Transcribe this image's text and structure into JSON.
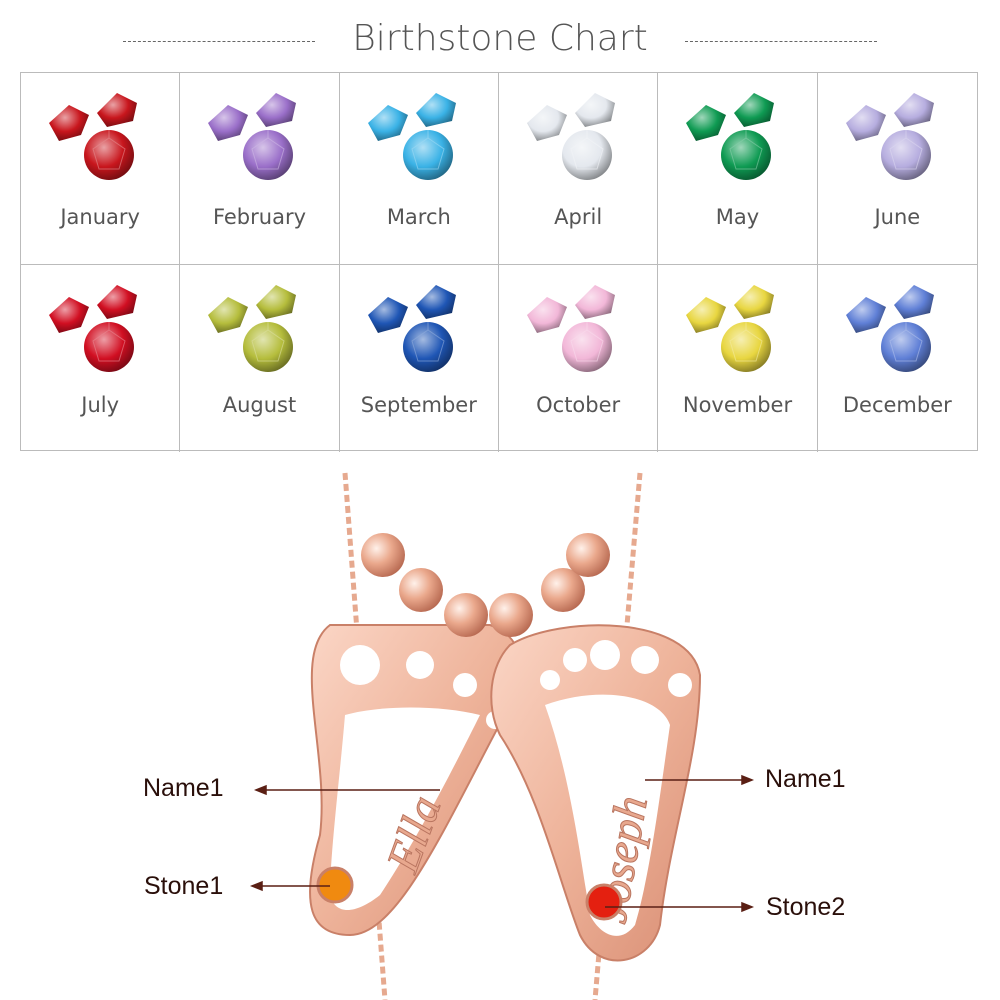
{
  "title": "Birthstone Chart",
  "months": [
    {
      "label": "January",
      "color": "#c8161d"
    },
    {
      "label": "February",
      "color": "#9a6fc9"
    },
    {
      "label": "March",
      "color": "#3ab2e6"
    },
    {
      "label": "April",
      "color": "#e4e8ee"
    },
    {
      "label": "May",
      "color": "#0f9b53"
    },
    {
      "label": "June",
      "color": "#b6addf"
    },
    {
      "label": "July",
      "color": "#d10f22"
    },
    {
      "label": "August",
      "color": "#b5bd3c"
    },
    {
      "label": "September",
      "color": "#1f56b5"
    },
    {
      "label": "October",
      "color": "#f2b7d8"
    },
    {
      "label": "November",
      "color": "#e8d640"
    },
    {
      "label": "December",
      "color": "#5f7fd6"
    }
  ],
  "necklace": {
    "engraving_left": "Ella",
    "engraving_right": "Joseph",
    "stone1_color": "#f08a10",
    "stone2_color": "#e42010",
    "metal_color": "#f0b8a0"
  },
  "callouts": {
    "name_left": "Name1",
    "name_right": "Name1",
    "stone1": "Stone1",
    "stone2": "Stone2"
  }
}
